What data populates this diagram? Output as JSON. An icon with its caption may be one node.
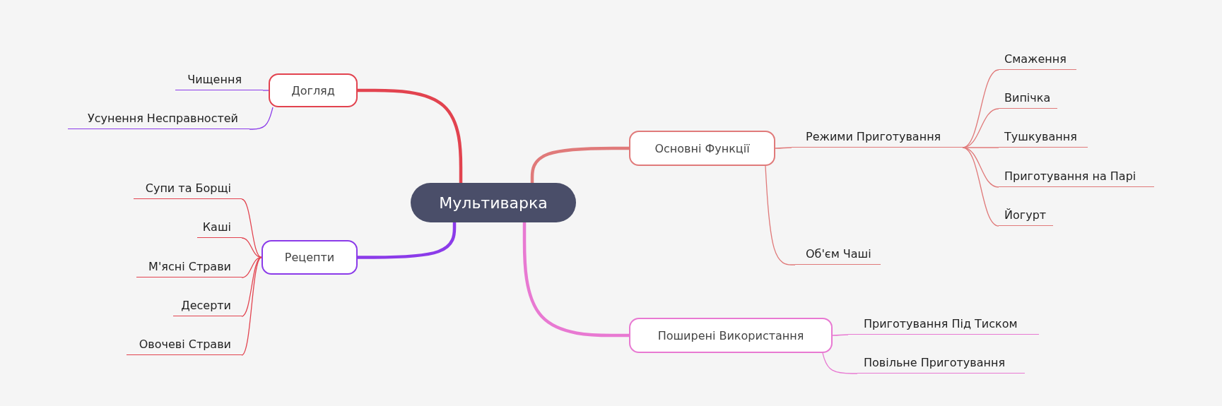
{
  "diagram": {
    "nodes": [
      {
        "text": [
          "Мультиварка"
        ]
      },
      {
        "text": [
          "Основні Функції"
        ]
      },
      {
        "text": [
          "Режими Приготування"
        ]
      },
      {
        "text": [
          "Смаження"
        ]
      },
      {
        "text": [
          "Випічка"
        ]
      },
      {
        "text": [
          "Тушкування"
        ]
      },
      {
        "text": [
          "Приготування на Парі"
        ]
      },
      {
        "text": [
          "Йогурт"
        ]
      },
      {
        "text": [
          "Об'єм Чаші"
        ]
      },
      {
        "text": [
          "Поширені Використання"
        ]
      },
      {
        "text": [
          "Приготування Під Тиском"
        ]
      },
      {
        "text": [
          "Повільне Приготування"
        ]
      },
      {
        "text": [
          "Догляд"
        ]
      },
      {
        "text": [
          "Чищення"
        ]
      },
      {
        "text": [
          "Усунення Несправностей"
        ]
      },
      {
        "text": [
          "Рецепти"
        ]
      },
      {
        "text": [
          "Супи та Борщі"
        ]
      },
      {
        "text": [
          "Каші"
        ]
      },
      {
        "text": [
          "М'ясні Страви"
        ]
      },
      {
        "text": [
          "Десерти"
        ]
      },
      {
        "text": [
          "Овочеві Страви"
        ]
      }
    ],
    "edges": [
      {
        "from": 0,
        "to": 1,
        "arrow": "none",
        "style": "thick",
        "color": "#e07a7a"
      },
      {
        "from": 1,
        "to": 2,
        "arrow": "none",
        "color": "#e07a7a"
      },
      {
        "from": 2,
        "to": 3,
        "arrow": "none",
        "color": "#e07a7a"
      },
      {
        "from": 2,
        "to": 4,
        "arrow": "none",
        "color": "#e07a7a"
      },
      {
        "from": 2,
        "to": 5,
        "arrow": "none",
        "color": "#e07a7a"
      },
      {
        "from": 2,
        "to": 6,
        "arrow": "none",
        "color": "#e07a7a"
      },
      {
        "from": 2,
        "to": 7,
        "arrow": "none",
        "color": "#e07a7a"
      },
      {
        "from": 1,
        "to": 8,
        "arrow": "none",
        "color": "#e07a7a"
      },
      {
        "from": 0,
        "to": 9,
        "arrow": "none",
        "style": "thick",
        "color": "#e879d2"
      },
      {
        "from": 9,
        "to": 10,
        "arrow": "none",
        "color": "#e879d2"
      },
      {
        "from": 9,
        "to": 11,
        "arrow": "none",
        "color": "#e879d2"
      },
      {
        "from": 0,
        "to": 12,
        "arrow": "none",
        "style": "thick",
        "color": "#e2434f"
      },
      {
        "from": 12,
        "to": 13,
        "arrow": "none",
        "color": "#8b3be9"
      },
      {
        "from": 12,
        "to": 14,
        "arrow": "none",
        "color": "#8b3be9"
      },
      {
        "from": 0,
        "to": 15,
        "arrow": "none",
        "style": "thick",
        "color": "#8b3be9"
      },
      {
        "from": 15,
        "to": 16,
        "arrow": "none",
        "color": "#e2434f"
      },
      {
        "from": 15,
        "to": 17,
        "arrow": "none",
        "color": "#e2434f"
      },
      {
        "from": 15,
        "to": 18,
        "arrow": "none",
        "color": "#e2434f"
      },
      {
        "from": 15,
        "to": 19,
        "arrow": "none",
        "color": "#e2434f"
      },
      {
        "from": 15,
        "to": 20,
        "arrow": "none",
        "color": "#e2434f"
      }
    ]
  }
}
